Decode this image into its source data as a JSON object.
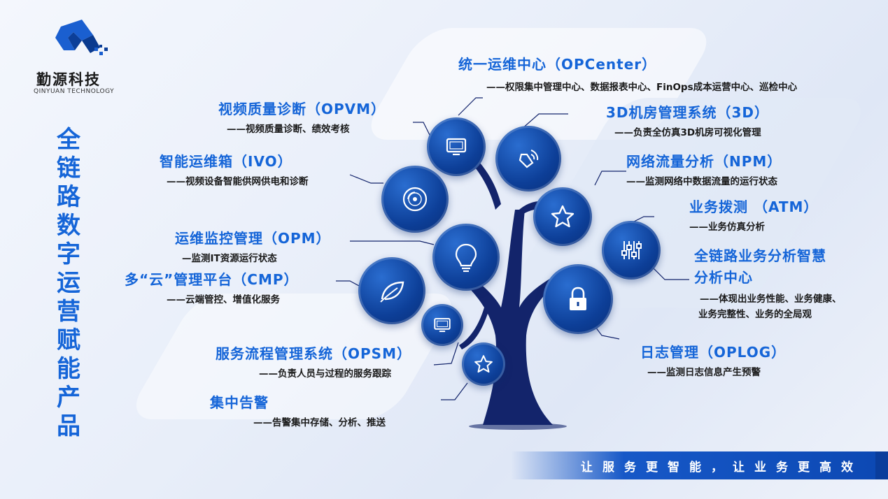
{
  "brand": {
    "name": "勤源科技",
    "subtitle": "QINYUAN TECHNOLOGY"
  },
  "side_title": [
    "全",
    "链",
    "路",
    "数",
    "字",
    "运",
    "营",
    "赋",
    "能",
    "产",
    "品"
  ],
  "products": {
    "opcenter": {
      "title": "统一运维中心（OPCenter）",
      "desc": "——权限集中管理中心、数据报表中心、FinOps成本运营中心、巡检中心"
    },
    "opvm": {
      "title": "视频质量诊断（OPVM）",
      "desc": "——视频质量诊断、绩效考核"
    },
    "room3d": {
      "title": "3D机房管理系统（3D）",
      "desc": "——负责全仿真3D机房可视化管理"
    },
    "ivo": {
      "title": "智能运维箱（IVO）",
      "desc": "——视频设备智能供网供电和诊断"
    },
    "npm": {
      "title": "网络流量分析（NPM）",
      "desc": "——监测网络中数据流量的运行状态"
    },
    "atm": {
      "title": "业务拨测 （ATM）",
      "desc": "——业务仿真分析"
    },
    "opm": {
      "title": "运维监控管理（OPM）",
      "desc": "—监测IT资源运行状态"
    },
    "bpa": {
      "title_line1": "全链路业务分析智慧",
      "title_line2": "分析中心",
      "desc_line1": "——体现出业务性能、业务健康、",
      "desc_line2": "业务完整性、业务的全局观"
    },
    "cmp": {
      "title": "多“云”管理平台（CMP）",
      "desc": "——云端管控、增值化服务"
    },
    "oplog": {
      "title": "日志管理（OPLOG）",
      "desc": "——监测日志信息产生预警"
    },
    "opsm": {
      "title": "服务流程管理系统（OPSM）",
      "desc": "——负责人员与过程的服务跟踪"
    },
    "alarm": {
      "title": "集中告警",
      "desc": "——告警集中存储、分析、推送"
    }
  },
  "icons": [
    "monitor-icon",
    "speaker-icon",
    "disc-icon",
    "star-icon",
    "bulb-icon",
    "sliders-icon",
    "leaf-icon",
    "lock-icon",
    "monitor-icon",
    "star-icon"
  ],
  "footer": {
    "slogan": "让服务更智能，让业务更高效"
  },
  "colors": {
    "accent": "#1565d8",
    "tree": "#13246b",
    "circle": "#0d3f98"
  }
}
